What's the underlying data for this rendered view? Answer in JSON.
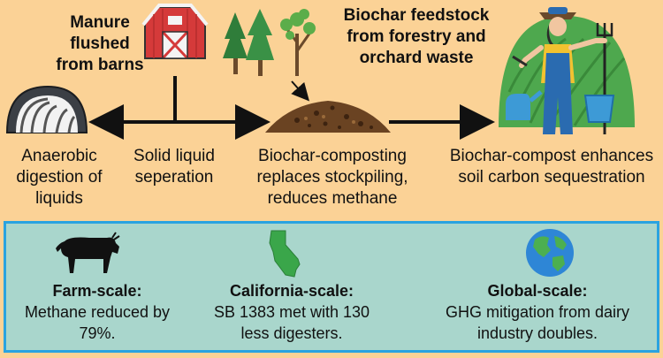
{
  "top": {
    "manure": "Manure flushed from barns",
    "biochar_feedstock": "Biochar feedstock from forestry and orchard waste",
    "anaerobic": "Anaerobic digestion of liquids",
    "solid_liquid": "Solid liquid seperation",
    "composting": "Biochar-composting replaces stockpiling, reduces methane",
    "enhances": "Biochar-compost enhances soil carbon sequestration"
  },
  "bottom": {
    "farm": {
      "title": "Farm-scale:",
      "text": "Methane reduced by 79%."
    },
    "california": {
      "title": "California-scale:",
      "text": "SB 1383 met with 130 less digesters."
    },
    "global": {
      "title": "Global-scale:",
      "text": "GHG mitigation from dairy industry doubles."
    }
  },
  "icons": {
    "barn": "barn-icon",
    "trees": "trees-icon",
    "digester": "digester-icon",
    "compost": "compost-pile-icon",
    "farmer": "farmer-icon",
    "cow": "cow-icon",
    "california": "california-map-icon",
    "globe": "globe-icon"
  },
  "colors": {
    "background": "#fbd296",
    "panel": "#a9d6cc",
    "panel_border": "#2aa3e0"
  }
}
